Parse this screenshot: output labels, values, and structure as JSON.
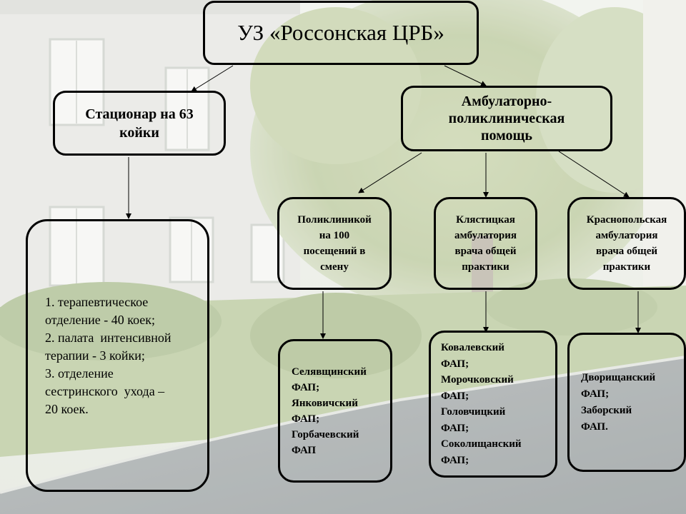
{
  "diagram": {
    "root": "УЗ «Россонская ЦРБ»",
    "stationary": {
      "lines": [
        "Стационар на 63",
        "койки"
      ]
    },
    "ambulatory": {
      "lines": [
        "Амбулаторно-",
        "поликлиническая",
        "помощь"
      ]
    },
    "departments": {
      "lines": [
        "1. терапевтическое",
        "отделение - 40 коек;",
        "2. палата  интенсивной",
        "терапии - 3 койки;",
        "3. отделение",
        "сестринского  ухода –",
        "20 коек."
      ]
    },
    "polyclinic": {
      "lines": [
        "Поликлиникой",
        "на 100",
        "посещений в",
        "смену"
      ]
    },
    "klyastitskaya": {
      "lines": [
        "Клястицкая",
        "амбулатория",
        "врача общей",
        "практики"
      ]
    },
    "krasnopolskaya": {
      "lines": [
        "Краснопольская",
        "амбулатория",
        "врача общей",
        "практики"
      ]
    },
    "fap_group_1": {
      "lines": [
        "Селявщинский",
        "ФАП;",
        "Янковичский",
        "ФАП;",
        "Горбачевский",
        "ФАП"
      ]
    },
    "fap_group_2": {
      "lines": [
        "Ковалевский",
        "ФАП;",
        "Морочковский",
        "ФАП;",
        "Головчицкий",
        "ФАП;",
        "Соколищанский",
        "ФАП;"
      ]
    },
    "fap_group_3": {
      "lines": [
        "Дворищанский",
        "ФАП;",
        "Заборский",
        "ФАП."
      ]
    }
  }
}
